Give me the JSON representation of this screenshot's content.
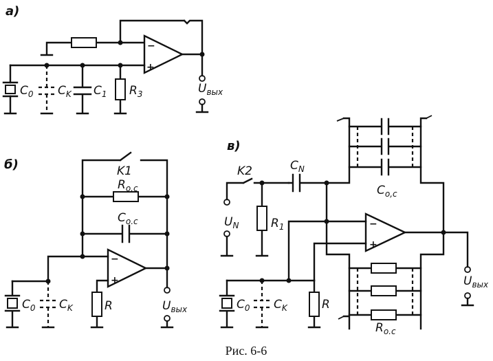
{
  "parts": {
    "a": "а)",
    "b": "б)",
    "c": "в)"
  },
  "labels": {
    "c0": "C",
    "c0_sub": "0",
    "ck": "C",
    "ck_sub": "K",
    "c1": "C",
    "c1_sub": "1",
    "r3": "R",
    "r3_sub": "3",
    "uout": "U",
    "uout_sub": "вых",
    "k1": "K1",
    "roc": "R",
    "roc_sub": "o.c",
    "coc": "C",
    "coc_sub": "o.c",
    "r": "R",
    "k2": "K2",
    "cn": "C",
    "cn_sub": "N",
    "un": "U",
    "un_sub": "N",
    "r1": "R",
    "r1_sub": "1",
    "coc_c": "C",
    "coc_c_sub": "o,c",
    "roc_c": "R",
    "roc_c_sub": "o.c",
    "plus": "+",
    "minus": "−"
  },
  "caption": "Рис. 6-6"
}
